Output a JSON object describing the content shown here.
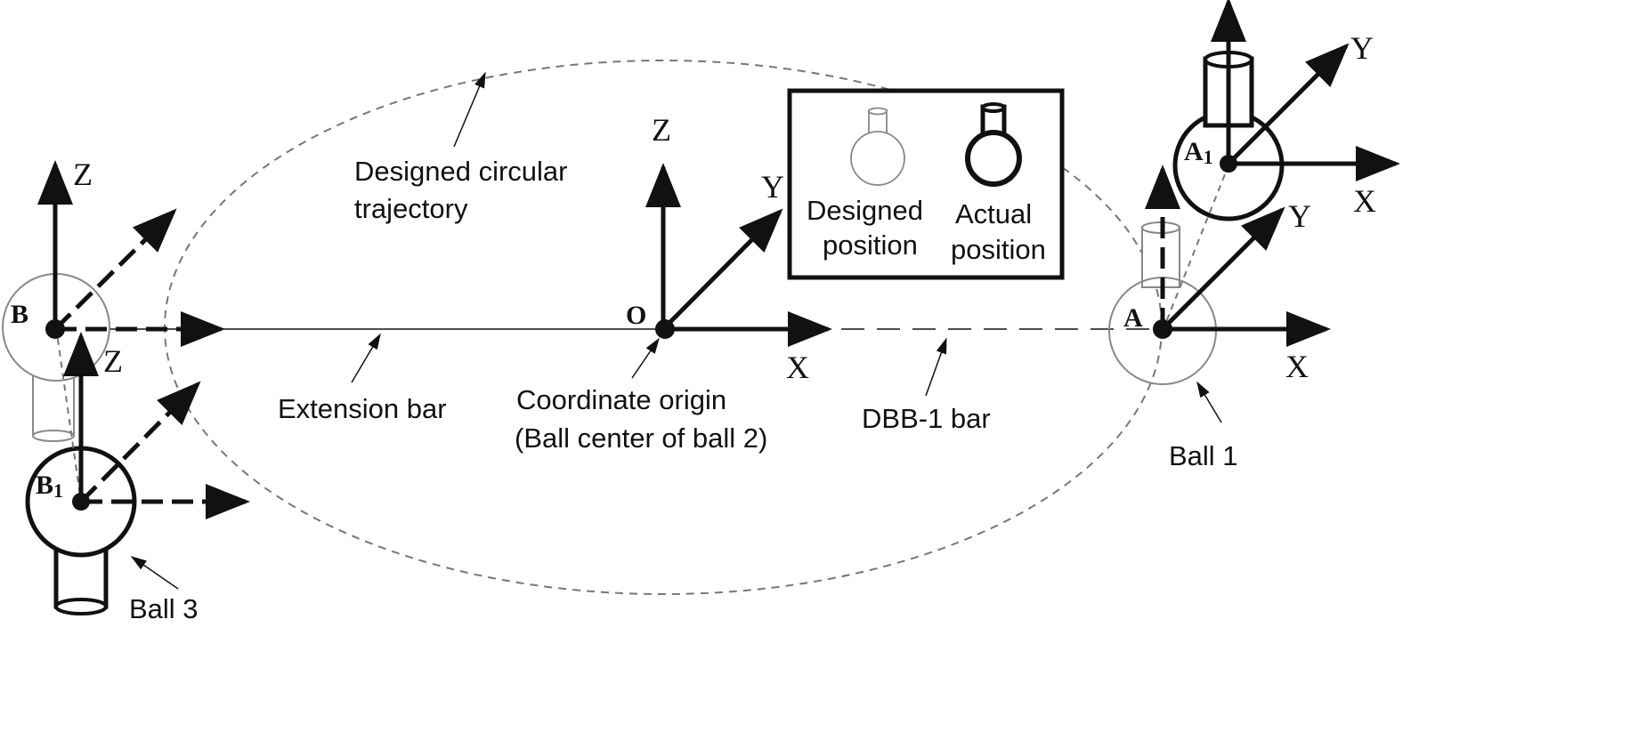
{
  "labels": {
    "designed_trajectory_line1": "Designed circular",
    "designed_trajectory_line2": "trajectory",
    "extension_bar": "Extension bar",
    "origin_line1": "Coordinate origin",
    "origin_line2": "(Ball center of ball 2)",
    "dbb_bar": "DBB-1 bar",
    "ball1": "Ball 1",
    "ball3": "Ball 3"
  },
  "legend": {
    "designed_line1": "Designed",
    "designed_line2": "position",
    "actual_line1": "Actual",
    "actual_line2": "position"
  },
  "points": {
    "O": "O",
    "A": "A",
    "A1_main": "A",
    "A1_sub": "1",
    "B": "B",
    "B1_main": "B",
    "B1_sub": "1"
  },
  "axes": {
    "x": "X",
    "y": "Y",
    "z": "Z"
  },
  "colors": {
    "ink": "#111111",
    "dashed_trajectory": "#777777",
    "designed_outline": "#888888"
  }
}
